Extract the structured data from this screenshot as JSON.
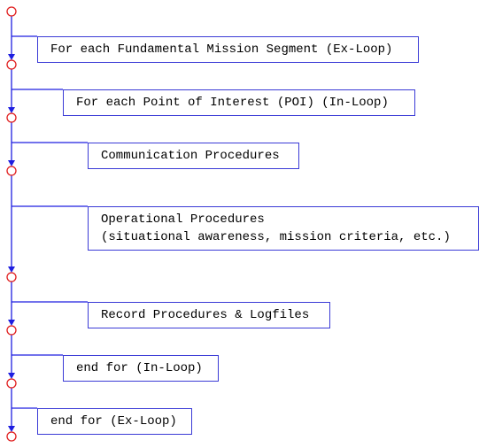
{
  "colors": {
    "line": "#1e1ee0",
    "node": "#e01e1e",
    "box_border": "#3b3bd6",
    "text": "#000000"
  },
  "steps": [
    {
      "label": "For each Fundamental Mission Segment (Ex-Loop)"
    },
    {
      "label": "For each Point of Interest (POI) (In-Loop)"
    },
    {
      "label": "Communication Procedures"
    },
    {
      "label": "Operational Procedures",
      "label2": "(situational awareness, mission criteria, etc.)"
    },
    {
      "label": "Record Procedures & Logfiles"
    },
    {
      "label": "end for (In-Loop)"
    },
    {
      "label": "end for (Ex-Loop)"
    }
  ]
}
